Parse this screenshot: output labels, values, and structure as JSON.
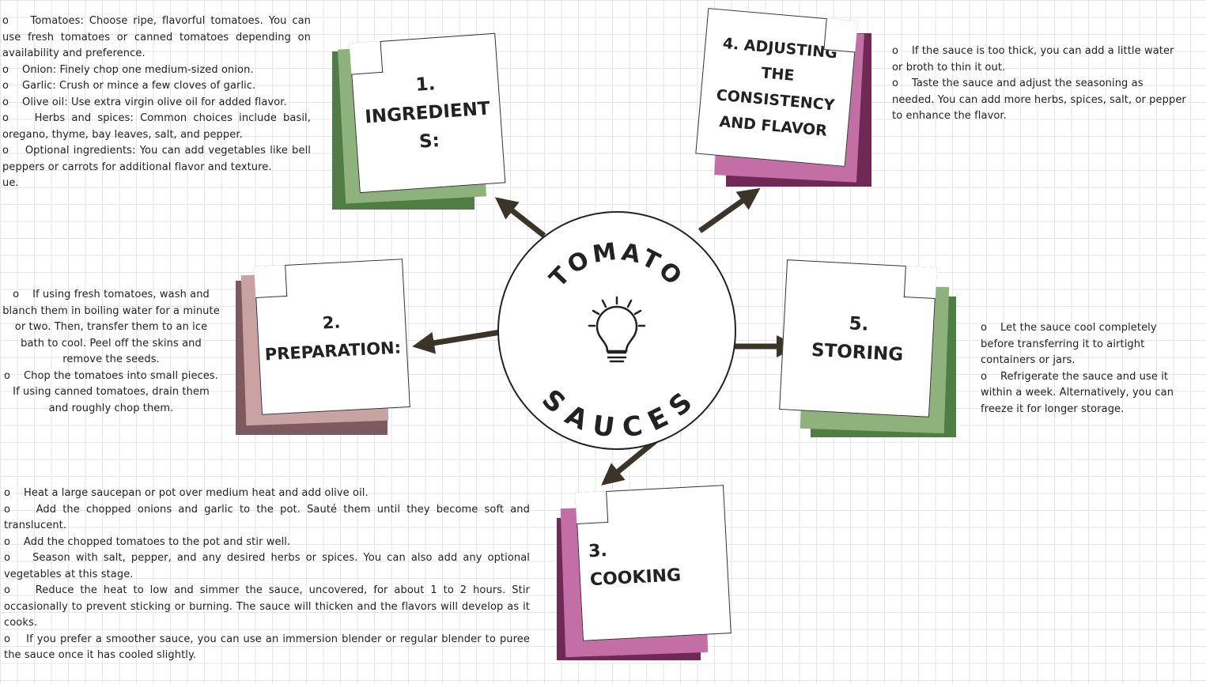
{
  "center": {
    "title_top": "TOMATO",
    "title_bottom": "SAUCES",
    "icon": "lightbulb-icon"
  },
  "colors": {
    "arrow": "#3b3428",
    "green_dark": "#4f7d45",
    "green_light": "#8db27b",
    "purple_dark": "#6e2a55",
    "pink": "#c46ea6",
    "mauve_dark": "#7d5a5e",
    "mauve_light": "#c9a3a3"
  },
  "sections": {
    "ingredients": {
      "title": "1. INGREDIENT S:",
      "bullet": "o",
      "items": [
        "Tomatoes: Choose ripe, flavorful tomatoes. You can use fresh tomatoes or canned tomatoes depending on availability and preference.",
        "Onion: Finely chop one medium-sized onion.",
        "Garlic: Crush or mince a few cloves of garlic.",
        "Olive oil: Use extra virgin olive oil for added flavor.",
        "Herbs and spices: Common choices include basil, oregano, thyme, bay leaves, salt, and pepper.",
        "Optional ingredients: You can add vegetables like bell peppers or carrots for additional flavor and texture."
      ],
      "trailing": "ue."
    },
    "preparation": {
      "title": "2. PREPARATION:",
      "items": [
        "If using fresh tomatoes, wash and blanch them in boiling water for a minute or two. Then, transfer them to an ice bath to cool. Peel off the skins and remove the seeds.",
        "Chop the tomatoes into small pieces. If using canned tomatoes, drain them and roughly chop them."
      ]
    },
    "cooking": {
      "title": "3. COOKING",
      "items": [
        "Heat a large saucepan or pot over medium heat and add olive oil.",
        "Add the chopped onions and garlic to the pot. Sauté them until they become soft and translucent.",
        "Add the chopped tomatoes to the pot and stir well.",
        "Season with salt, pepper, and any desired herbs or spices. You can also add any optional vegetables at this stage.",
        "Reduce the heat to low and simmer the sauce, uncovered, for about 1 to 2 hours. Stir occasionally to prevent sticking or burning. The sauce will thicken and the flavors will develop as it cooks.",
        "If you prefer a smoother sauce, you can use an immersion blender or regular blender to puree the sauce once it has cooled slightly."
      ]
    },
    "adjusting": {
      "title": "4. ADJUSTING THE CONSISTENCY AND FLAVOR",
      "items": [
        "If the sauce is too thick, you can add a little water or broth to thin it out.",
        "Taste the sauce and adjust the seasoning as needed. You can add more herbs, spices, salt, or pepper to enhance the flavor."
      ]
    },
    "storing": {
      "title": "5. STORING",
      "items": [
        "Let the sauce cool completely before transferring it to airtight containers or jars.",
        "Refrigerate the sauce and use it within a week. Alternatively, you can freeze it for longer storage."
      ]
    }
  }
}
